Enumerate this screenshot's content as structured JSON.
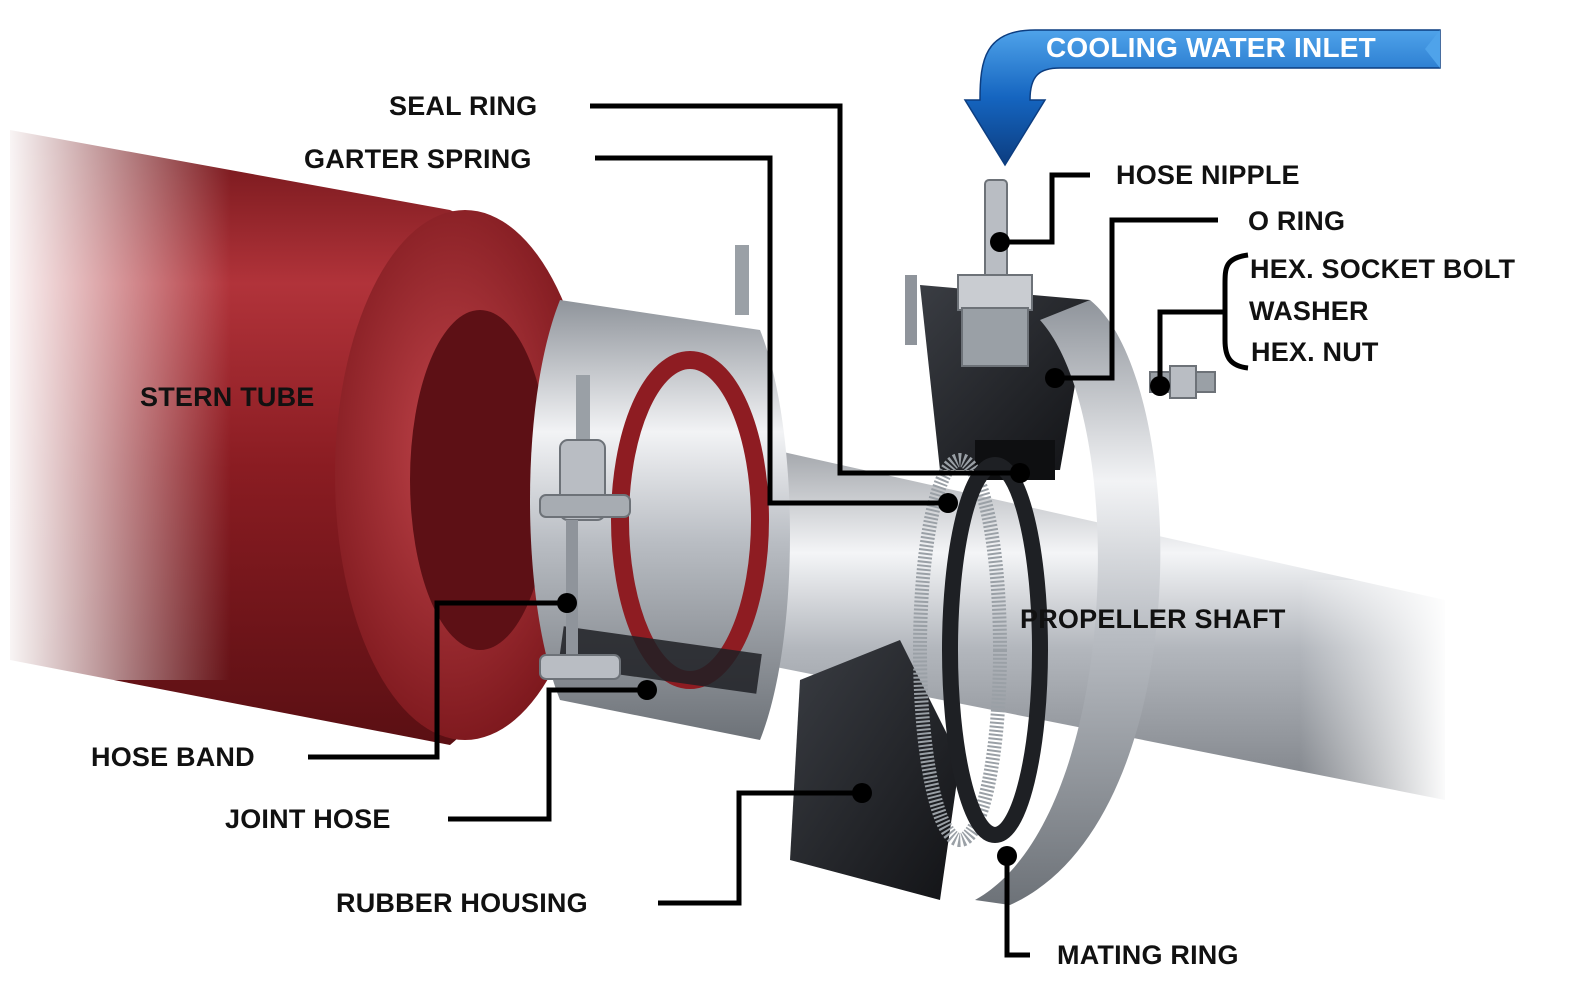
{
  "colors": {
    "stern_tube": "#8e1c22",
    "stern_tube_face": "#a82a30",
    "steel": "#c9ccd1",
    "rubber": "#1e2024",
    "inlet_arrow": "#1565c0",
    "leader": "#000000",
    "label_text": "#111111"
  },
  "inlet": {
    "label": "COOLING WATER INLET"
  },
  "labels": {
    "seal_ring": "SEAL RING",
    "garter_spring": "GARTER SPRING",
    "hose_nipple": "HOSE NIPPLE",
    "o_ring": "O RING",
    "hex_socket_bolt": "HEX. SOCKET BOLT",
    "washer": "WASHER",
    "hex_nut": "HEX. NUT",
    "stern_tube": "STERN TUBE",
    "propeller_shaft": "PROPELLER SHAFT",
    "hose_band": "HOSE BAND",
    "joint_hose": "JOINT HOSE",
    "rubber_housing": "RUBBER HOUSING",
    "mating_ring": "MATING RING"
  },
  "icons": [
    "down-curved-arrow-icon"
  ]
}
